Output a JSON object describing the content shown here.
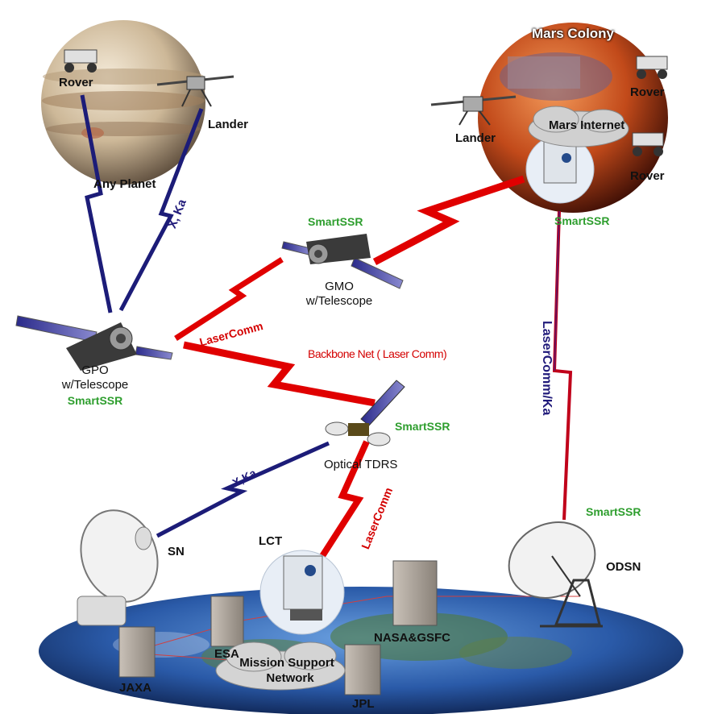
{
  "planet": {
    "title": "Any Planet",
    "rover": "Rover",
    "lander": "Lander",
    "link": "X, Ka"
  },
  "mars": {
    "title": "Mars Colony",
    "internet": "Mars Internet",
    "lander": "Lander",
    "rover_top": "Rover",
    "rover_bottom": "Rover",
    "ssr": "SmartSSR"
  },
  "gmo": {
    "ssr": "SmartSSR",
    "name_line1": "GMO",
    "name_line2": "w/Telescope"
  },
  "gpo": {
    "name_line1": "GPO",
    "name_line2": "w/Telescope",
    "ssr": "SmartSSR"
  },
  "links": {
    "gpo_gmo": "LaserComm",
    "backbone": "Backbone Net ( Laser Comm)",
    "mars_odsn": "LaserComm/Ka",
    "tdrs_lct": "LaserComm",
    "sn_tdrs": "X,Ka"
  },
  "tdrs": {
    "ssr": "SmartSSR",
    "name": "Optical TDRS"
  },
  "ground": {
    "sn": "SN",
    "lct": "LCT",
    "odsn": "ODSN",
    "odsn_ssr": "SmartSSR",
    "nasa": "NASA&GSFC",
    "esa": "ESA",
    "jaxa": "JAXA",
    "jpl": "JPL",
    "network_line1": "Mission Support",
    "network_line2": "Network"
  },
  "colors": {
    "laser": "#e00000",
    "rf": "#1c1c78",
    "green_text": "#2e9e2e"
  }
}
